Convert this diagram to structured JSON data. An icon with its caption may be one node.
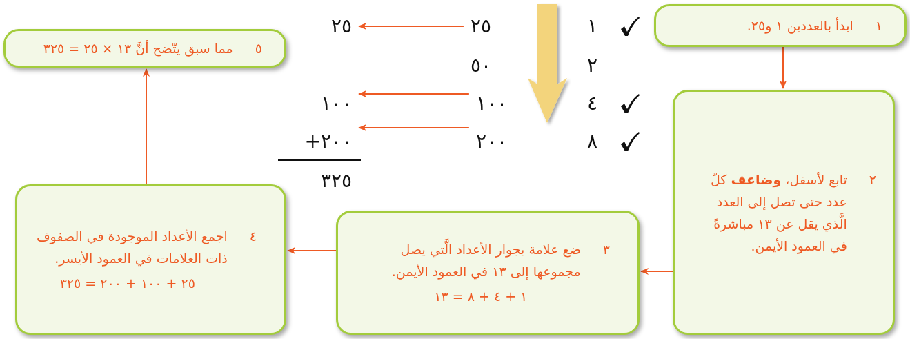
{
  "diagram": {
    "nodes": [
      {
        "text": [
          "١",
          "ابدأ بالعددين ١ و٢٥."
        ]
      },
      {
        "text": [
          "٢",
          "تابع لأسفل، **وضاعف** كلّ عدد حتى تصل إلى العدد الَّذي يقل عن ١٣ مباشرةً في العمود الأيمن."
        ]
      },
      {
        "text": [
          "٣",
          "ضع علامة بجوار الأعداد الَّتي يصل مجموعها إلى ١٣ في العمود الأيمن.",
          "١ + ٤ + ٨ = ١٣"
        ]
      },
      {
        "text": [
          "٤",
          "اجمع الأعداد الموجودة في الصفوف ذات العلامات في العمود الأيسر.",
          "٢٥ + ١٠٠ + ٢٠٠ = ٣٢٥"
        ]
      },
      {
        "text": [
          "٥",
          "مما سبق يتّضح أنَّ ١٣ × ٢٥ = ٣٢٥"
        ]
      },
      {
        "text": [
          "٢٥"
        ]
      },
      {
        "text": [
          "٢٥"
        ]
      },
      {
        "text": [
          "١٠٠"
        ]
      },
      {
        "text": [
          "١٠٠"
        ]
      },
      {
        "text": [
          "٢٠٠"
        ]
      },
      {
        "text": [
          "٢٠٠+"
        ]
      }
    ],
    "edges": [
      {
        "from": 0,
        "to": 1,
        "arrow": "to"
      },
      {
        "from": 1,
        "to": 2,
        "arrow": "to"
      },
      {
        "from": 2,
        "to": 3,
        "arrow": "to"
      },
      {
        "from": 3,
        "to": 4,
        "arrow": "to"
      },
      {
        "from": 5,
        "to": 6,
        "arrow": "to"
      },
      {
        "from": 7,
        "to": 8,
        "arrow": "to"
      },
      {
        "from": 9,
        "to": 10,
        "arrow": "to"
      }
    ],
    "labels": [
      "١",
      "٢",
      "٥٠",
      "٤",
      "٨",
      "٣٢٥"
    ]
  }
}
